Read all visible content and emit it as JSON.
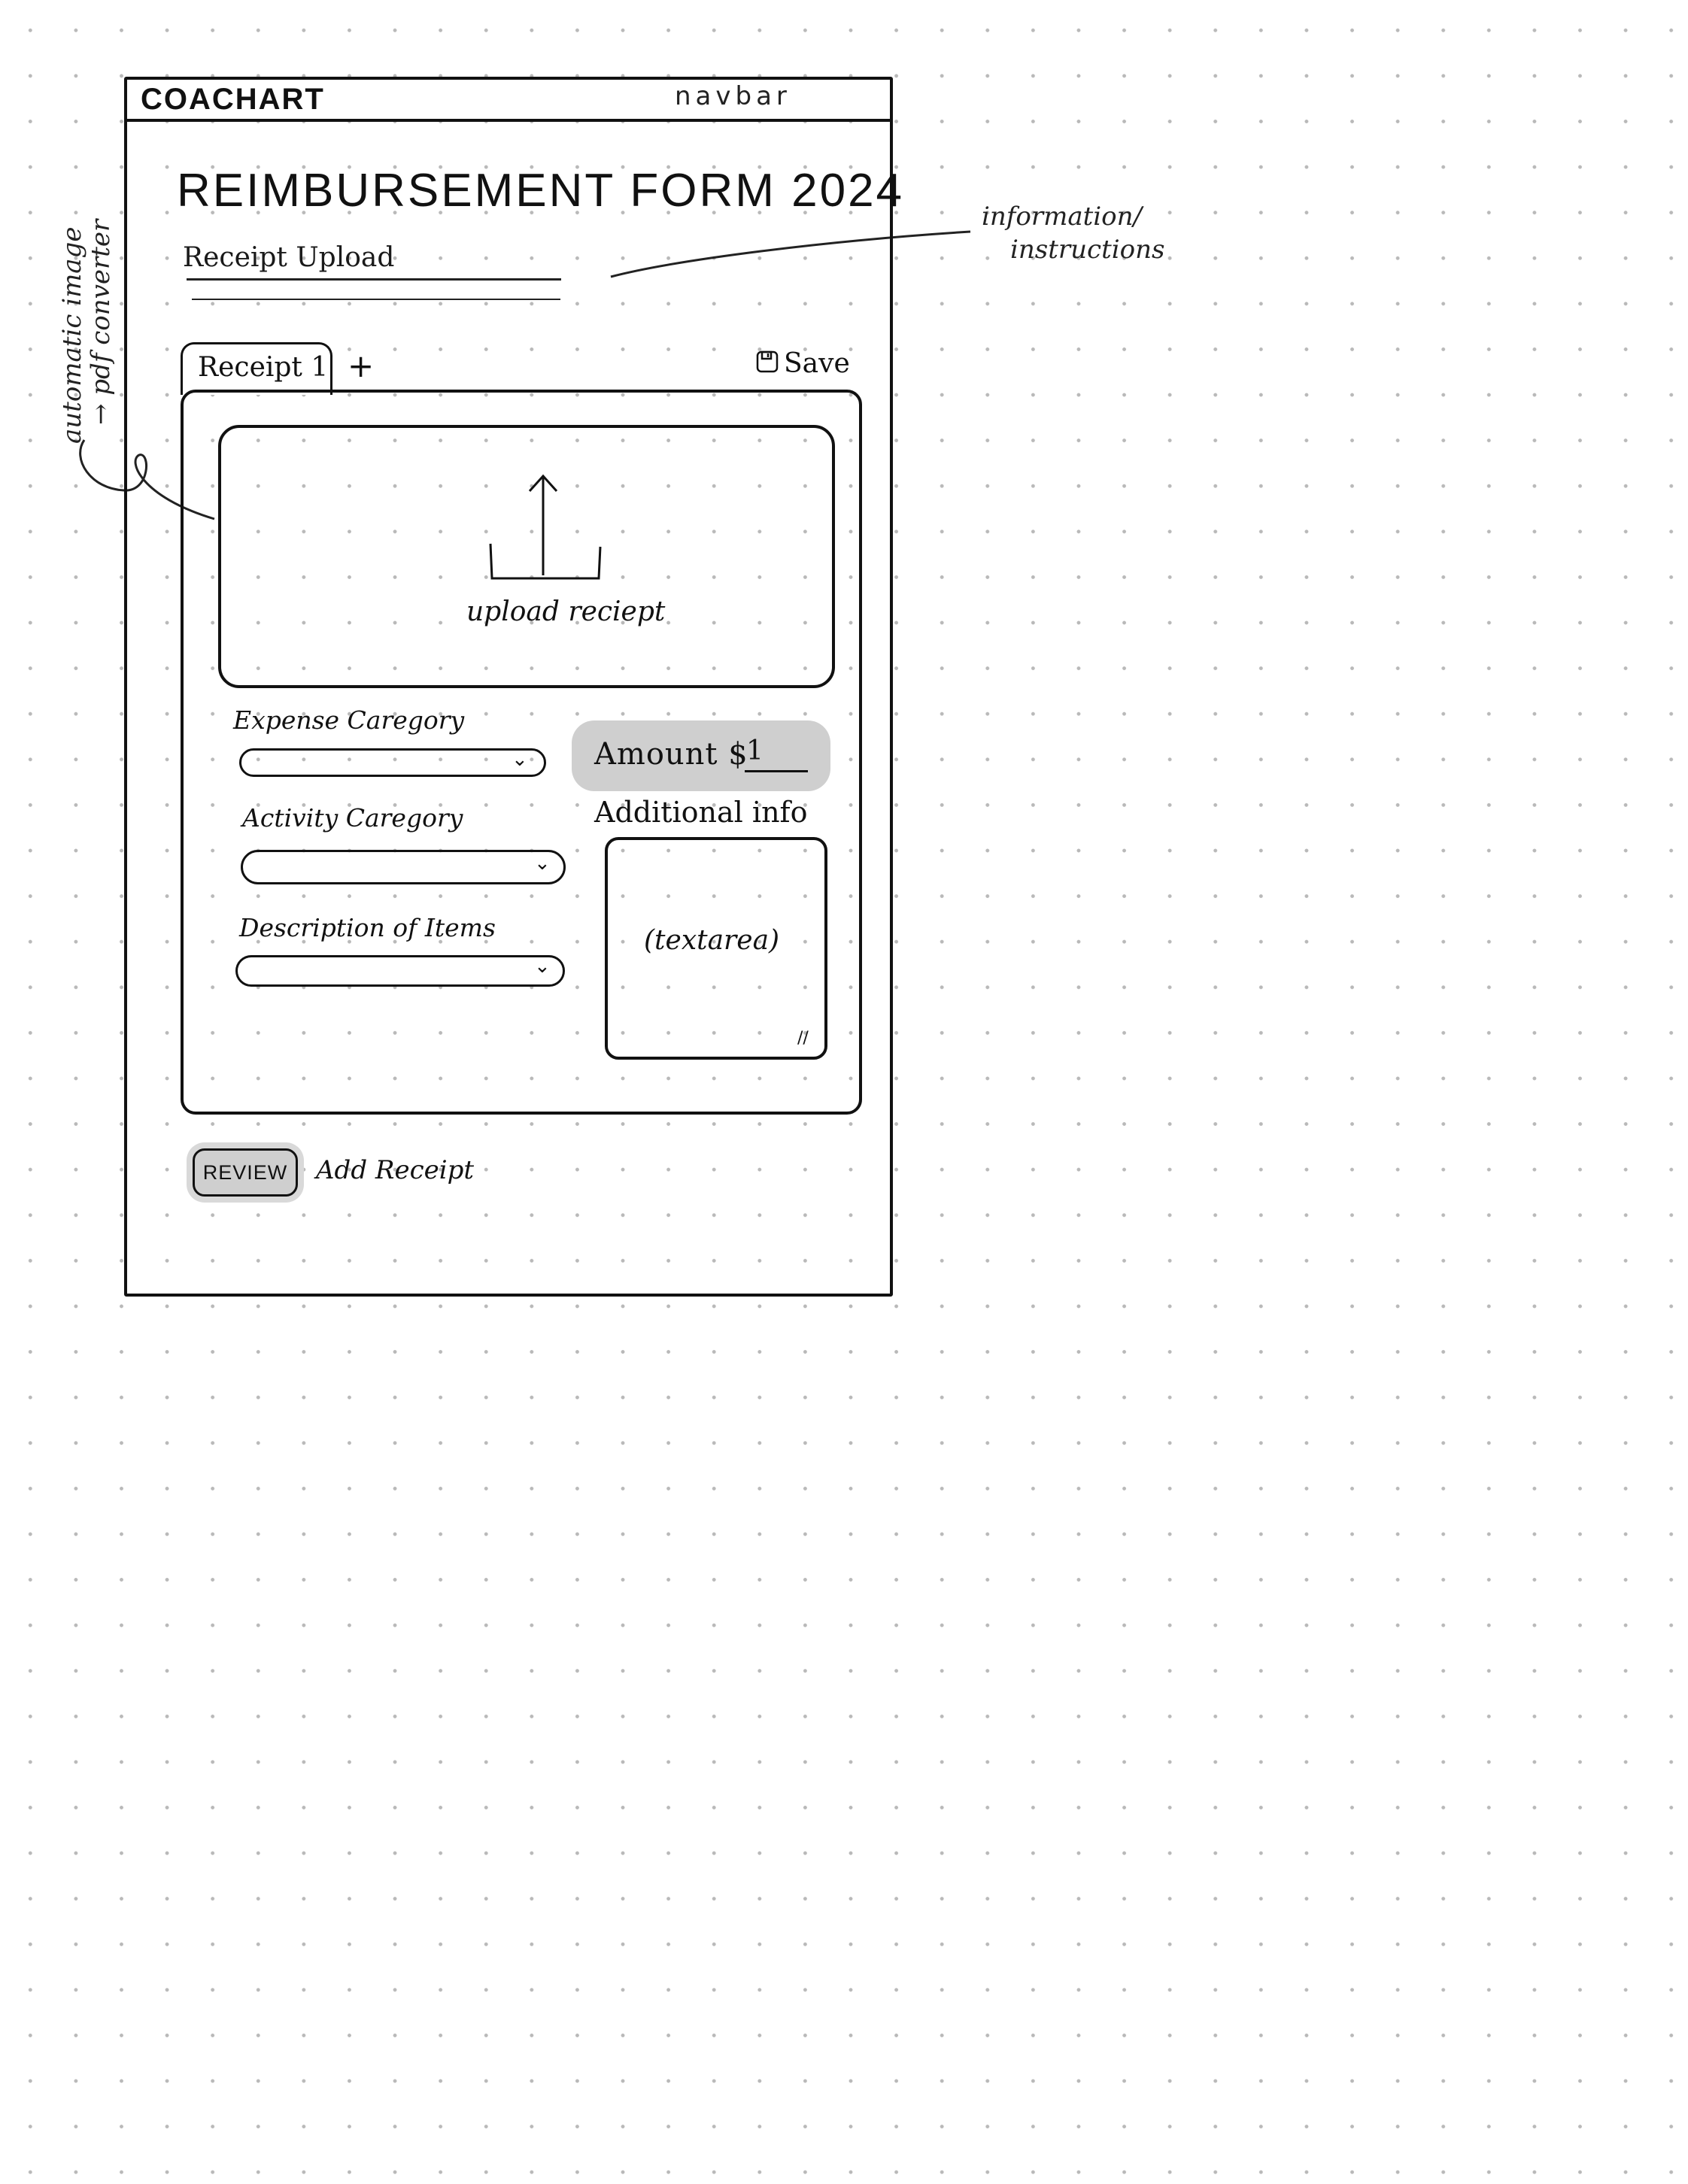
{
  "navbar": {
    "brand": "COACHART",
    "label": "navbar"
  },
  "page": {
    "title": "REIMBURSEMENT FORM 2024",
    "section_label": "Receipt Upload"
  },
  "annotations": {
    "info_line_1": "information/",
    "info_line_2": "instructions",
    "converter_line_1": "automatic image",
    "converter_line_2": "→ pdf converter"
  },
  "tabs": [
    {
      "label": "Receipt 1"
    }
  ],
  "tab_add_label": "+",
  "save_label": "Save",
  "upload": {
    "label": "upload reciept"
  },
  "fields": {
    "expense_category": {
      "label": "Expense Caregory"
    },
    "activity_category": {
      "label": "Activity Caregory"
    },
    "description": {
      "label": "Description of Items"
    },
    "amount": {
      "label": "Amount $",
      "value": "1"
    },
    "additional_info": {
      "label": "Additional info",
      "placeholder": "(textarea)"
    }
  },
  "actions": {
    "review": "REVIEW",
    "add_receipt": "Add Receipt"
  },
  "icons": {
    "save": "floppy-disk-icon",
    "upload": "upload-arrow-icon",
    "chevron": "chevron-down-icon",
    "resize": "resize-handle-icon"
  }
}
